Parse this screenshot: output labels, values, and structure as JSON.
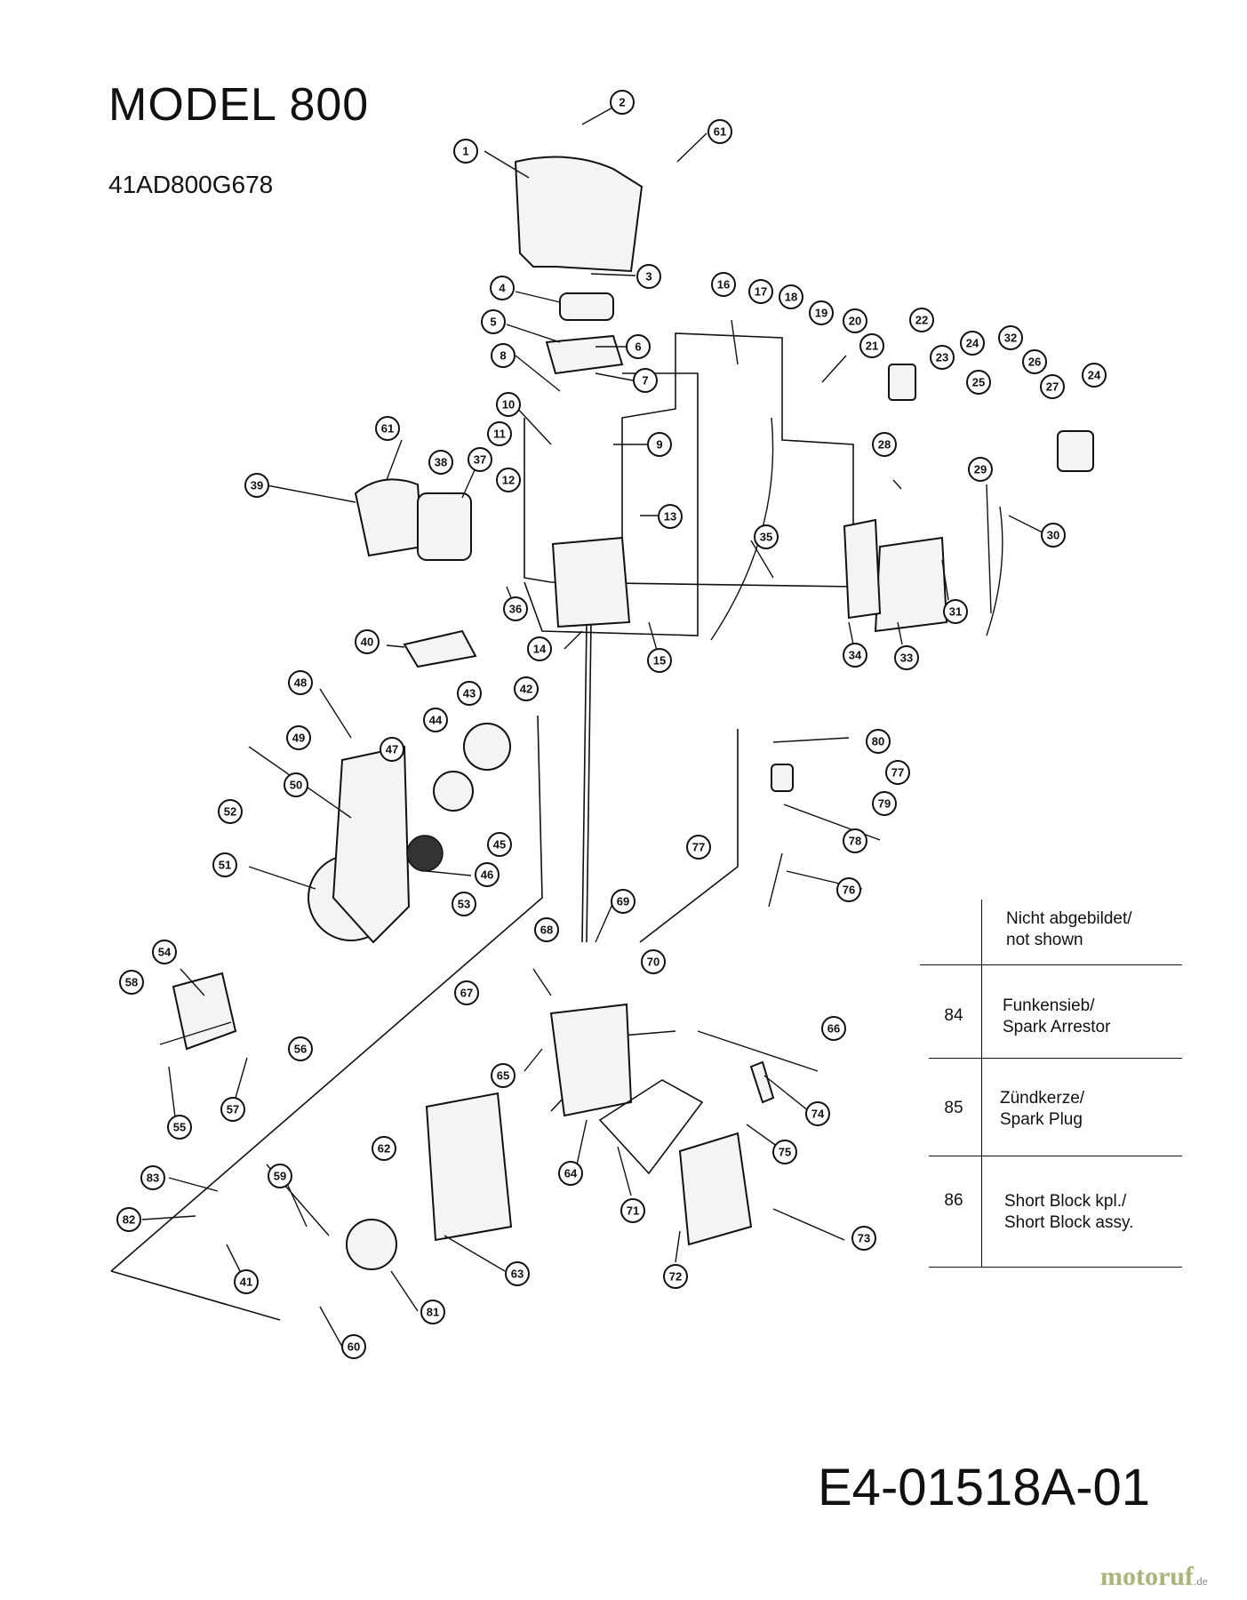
{
  "header": {
    "title": "MODEL  800",
    "model_number": "41AD800G678"
  },
  "footer": {
    "document_code": "E4-01518A-01",
    "brand_name": "motoruf",
    "brand_tld": ".de"
  },
  "legend": {
    "heading_line1": "Nicht abgebildet/",
    "heading_line2": "not shown",
    "rows": [
      {
        "number": "84",
        "line1": "Funkensieb/",
        "line2": "Spark Arrestor"
      },
      {
        "number": "85",
        "line1": "Zündkerze/",
        "line2": "Spark Plug"
      },
      {
        "number": "86",
        "line1": "Short Block kpl./",
        "line2": "Short Block assy."
      }
    ]
  },
  "callouts": [
    {
      "label": "1"
    },
    {
      "label": "2"
    },
    {
      "label": "61"
    },
    {
      "label": "3"
    },
    {
      "label": "4"
    },
    {
      "label": "5"
    },
    {
      "label": "6"
    },
    {
      "label": "8"
    },
    {
      "label": "7"
    },
    {
      "label": "10"
    },
    {
      "label": "9"
    },
    {
      "label": "11"
    },
    {
      "label": "12"
    },
    {
      "label": "13"
    },
    {
      "label": "14"
    },
    {
      "label": "15"
    },
    {
      "label": "16"
    },
    {
      "label": "17"
    },
    {
      "label": "18"
    },
    {
      "label": "19"
    },
    {
      "label": "20"
    },
    {
      "label": "21"
    },
    {
      "label": "22"
    },
    {
      "label": "23"
    },
    {
      "label": "24"
    },
    {
      "label": "32"
    },
    {
      "label": "25"
    },
    {
      "label": "26"
    },
    {
      "label": "27"
    },
    {
      "label": "24"
    },
    {
      "label": "28"
    },
    {
      "label": "29"
    },
    {
      "label": "30"
    },
    {
      "label": "31"
    },
    {
      "label": "33"
    },
    {
      "label": "34"
    },
    {
      "label": "35"
    },
    {
      "label": "61"
    },
    {
      "label": "38"
    },
    {
      "label": "37"
    },
    {
      "label": "39"
    },
    {
      "label": "36"
    },
    {
      "label": "40"
    },
    {
      "label": "48"
    },
    {
      "label": "43"
    },
    {
      "label": "42"
    },
    {
      "label": "44"
    },
    {
      "label": "49"
    },
    {
      "label": "47"
    },
    {
      "label": "50"
    },
    {
      "label": "45"
    },
    {
      "label": "52"
    },
    {
      "label": "46"
    },
    {
      "label": "51"
    },
    {
      "label": "53"
    },
    {
      "label": "80"
    },
    {
      "label": "77"
    },
    {
      "label": "79"
    },
    {
      "label": "77"
    },
    {
      "label": "78"
    },
    {
      "label": "76"
    },
    {
      "label": "69"
    },
    {
      "label": "68"
    },
    {
      "label": "70"
    },
    {
      "label": "67"
    },
    {
      "label": "54"
    },
    {
      "label": "58"
    },
    {
      "label": "56"
    },
    {
      "label": "57"
    },
    {
      "label": "55"
    },
    {
      "label": "66"
    },
    {
      "label": "65"
    },
    {
      "label": "64"
    },
    {
      "label": "74"
    },
    {
      "label": "75"
    },
    {
      "label": "62"
    },
    {
      "label": "73"
    },
    {
      "label": "71"
    },
    {
      "label": "72"
    },
    {
      "label": "83"
    },
    {
      "label": "59"
    },
    {
      "label": "82"
    },
    {
      "label": "41"
    },
    {
      "label": "63"
    },
    {
      "label": "81"
    },
    {
      "label": "60"
    }
  ]
}
